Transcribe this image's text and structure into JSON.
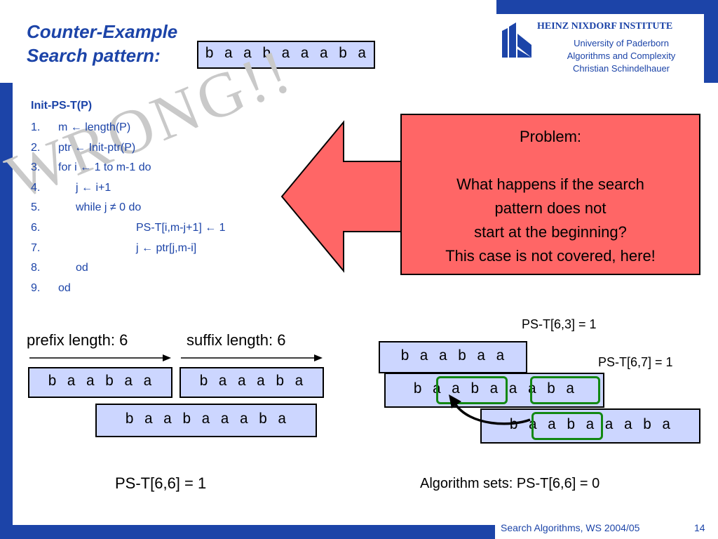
{
  "header": {
    "title_line1": "Counter-Example",
    "title_line2": "Search pattern:",
    "search_pattern": "b a a b a a a b a",
    "institute": {
      "name": "HEINZ NIXDORF INSTITUTE",
      "line1": "University of Paderborn",
      "line2": "Algorithms and Complexity",
      "line3": "Christian Schindelhauer"
    }
  },
  "algorithm": {
    "title": "Init-PS-T(P)",
    "lines": [
      {
        "num": "1.",
        "code": "m ← length(P)"
      },
      {
        "num": "2.",
        "code": "ptr ← Init-ptr(P)"
      },
      {
        "num": "3.",
        "code": "for i ← 1 to m-1 do"
      },
      {
        "num": "4.",
        "code": "j ← i+1"
      },
      {
        "num": "5.",
        "code": "while j ≠ 0 do"
      },
      {
        "num": "6.",
        "code": "PS-T[i,m-j+1] ← 1"
      },
      {
        "num": "7.",
        "code": "j  ← ptr[j,m-i]"
      },
      {
        "num": "8.",
        "code": "od"
      },
      {
        "num": "9.",
        "code": "od"
      }
    ]
  },
  "watermark": "WRONG!!",
  "problem": {
    "heading": "Problem:",
    "lines": [
      "What happens if the search",
      "pattern does not",
      "start at the beginning?",
      "This case is not covered, here!"
    ]
  },
  "left_example": {
    "prefix_label": "prefix length: 6",
    "suffix_label": "suffix length: 6",
    "prefix_string": "b a a b a a",
    "suffix_string": "b a a a b a",
    "pattern_string": "b a a b a a a b a",
    "result": "PS-T[6,6] = 1"
  },
  "right_example": {
    "pst_63": "PS-T[6,3] = 1",
    "pst_67": "PS-T[6,7] = 1",
    "string_top": "b a a b a a",
    "string_mid": "b a a b a a a b a",
    "string_bottom": "b a a b a a a b a",
    "result": "Algorithm sets: PS-T[6,6] = 0"
  },
  "footer": {
    "course": "Search Algorithms, WS 2004/05",
    "page": "14"
  },
  "colors": {
    "accent_blue": "#1c44a8",
    "box_fill": "#ccd6ff",
    "problem_red": "#ff6666",
    "highlight_green": "#128812"
  }
}
